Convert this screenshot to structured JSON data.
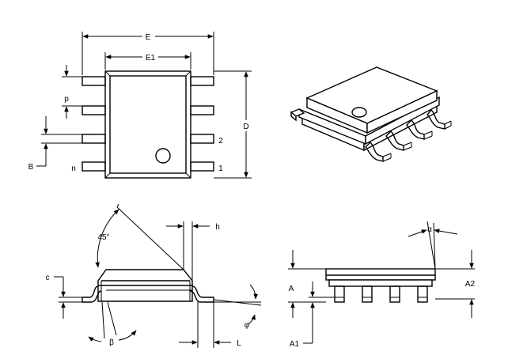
{
  "colors": {
    "ink": "#000000",
    "background": "#ffffff"
  },
  "top_view": {
    "labels": {
      "E": "E",
      "E1": "E1",
      "p": "p",
      "B": "B",
      "n": "n",
      "D": "D",
      "pin2": "2",
      "pin1": "1"
    }
  },
  "side_view": {
    "labels": {
      "h": "h",
      "angle45": "45°",
      "c": "c",
      "beta": "β",
      "L": "L",
      "phi": "φ"
    }
  },
  "end_view": {
    "labels": {
      "alpha": "α",
      "A": "A",
      "A2": "A2",
      "A1": "A1"
    }
  }
}
